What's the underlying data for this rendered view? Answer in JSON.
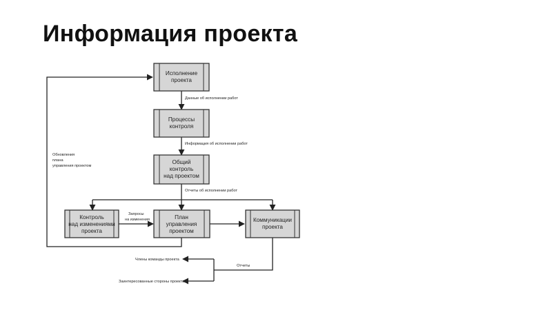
{
  "slide": {
    "title": "Информация проекта"
  },
  "boxes": {
    "execution": [
      "Исполнение",
      "проекта"
    ],
    "control": [
      "Процессы",
      "контроля"
    ],
    "overall": [
      "Общий",
      "контроль",
      "над проектом"
    ],
    "change": [
      "Контроль",
      "над изменениями",
      "проекта"
    ],
    "plan": [
      "План",
      "управления",
      "проектом"
    ],
    "comm": [
      "Коммуникации",
      "проекта"
    ]
  },
  "labels": {
    "work_data": "Данные об исполнении работ",
    "work_info": "Информация об исполнении работ",
    "work_reports": "Отчеты об исполнении работ",
    "change_requests": [
      "Запросы",
      "на изменения"
    ],
    "plan_updates": [
      "Обновления",
      "плана",
      "управления проектом"
    ],
    "reports": "Отчеты",
    "team": "Члены команды проекта",
    "stakeholders": "Заинтересованные стороны проекта"
  }
}
